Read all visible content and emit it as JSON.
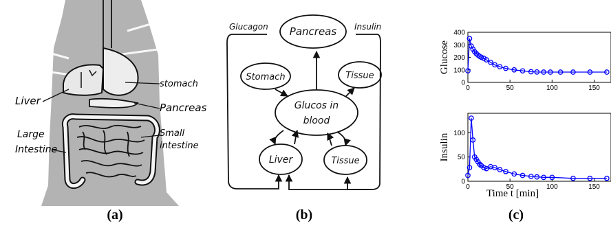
{
  "captions": {
    "a": "(a)",
    "b": "(b)",
    "c": "(c)"
  },
  "anatomy": {
    "labels": {
      "liver": "Liver",
      "stomach": "stomach",
      "pancreas": "Pancreas",
      "large_intestine_1": "Large",
      "large_intestine_2": "Intestine",
      "small_intestine_1": "Small",
      "small_intestine_2": "intestine"
    }
  },
  "diagram": {
    "glucagon": "Glucagon",
    "insulin": "Insulin",
    "pancreas": "Pancreas",
    "stomach": "Stomach",
    "tissue_top": "Tissue",
    "glucose_1": "Glucos in",
    "glucose_2": "blood",
    "liver": "Liver",
    "tissue_bottom": "Tissue"
  },
  "chart_data": [
    {
      "type": "line",
      "ylabel": "Glucose",
      "xlabel": "",
      "xlim": [
        0,
        170
      ],
      "ylim": [
        0,
        400
      ],
      "xticks": [
        0,
        50,
        100,
        150
      ],
      "yticks": [
        0,
        100,
        200,
        300,
        400
      ],
      "marker_color": "#0000ff",
      "points": {
        "x": [
          0,
          2,
          4,
          6,
          8,
          10,
          12,
          14,
          16,
          19,
          22,
          27,
          32,
          38,
          45,
          55,
          65,
          75,
          82,
          90,
          98,
          110,
          125,
          145,
          165
        ],
        "y": [
          92,
          350,
          290,
          265,
          245,
          230,
          218,
          208,
          200,
          192,
          180,
          160,
          140,
          125,
          112,
          100,
          92,
          85,
          83,
          82,
          82,
          82,
          82,
          82,
          82
        ]
      }
    },
    {
      "type": "line",
      "ylabel": "Insulin",
      "xlabel": "Time t [min]",
      "xlim": [
        0,
        170
      ],
      "ylim": [
        0,
        140
      ],
      "xticks": [
        0,
        50,
        100,
        150
      ],
      "yticks": [
        0,
        50,
        100
      ],
      "marker_color": "#0000ff",
      "points": {
        "x": [
          0,
          2,
          4,
          6,
          8,
          10,
          12,
          14,
          16,
          19,
          22,
          27,
          32,
          38,
          45,
          55,
          65,
          75,
          82,
          90,
          100,
          125,
          145,
          165
        ],
        "y": [
          12,
          28,
          130,
          85,
          50,
          45,
          40,
          35,
          32,
          28,
          26,
          30,
          28,
          24,
          20,
          15,
          12,
          10,
          9,
          8,
          8,
          6,
          6,
          6
        ]
      }
    }
  ]
}
